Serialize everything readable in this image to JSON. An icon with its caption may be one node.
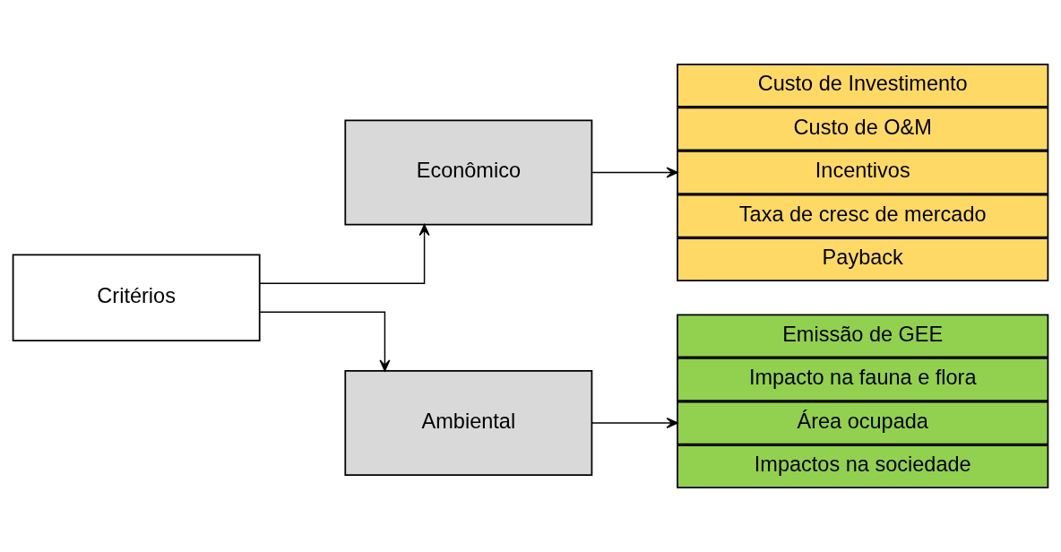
{
  "diagram": {
    "nodes": [
      {
        "text": [
          "Critérios"
        ]
      },
      {
        "text": [
          "Econômico"
        ]
      },
      {
        "text": [
          "Ambiental"
        ]
      },
      {
        "text": [
          "Custo de Investimento"
        ]
      },
      {
        "text": [
          "Custo de O&M"
        ]
      },
      {
        "text": [
          "Incentivos"
        ]
      },
      {
        "text": [
          "Taxa de cresc de mercado"
        ]
      },
      {
        "text": [
          "Payback"
        ]
      },
      {
        "text": [
          "Emissão de GEE"
        ]
      },
      {
        "text": [
          "Impacto na fauna e flora"
        ]
      },
      {
        "text": [
          "Área ocupada"
        ]
      },
      {
        "text": [
          "Impactos na sociedade"
        ]
      }
    ],
    "edges": [
      {
        "from": 0,
        "to": 1,
        "arrow": "to"
      },
      {
        "from": 0,
        "to": 2,
        "arrow": "to"
      },
      {
        "from": 1,
        "to": 5,
        "arrow": "to"
      },
      {
        "from": 2,
        "to": 10,
        "arrow": "to"
      }
    ]
  }
}
